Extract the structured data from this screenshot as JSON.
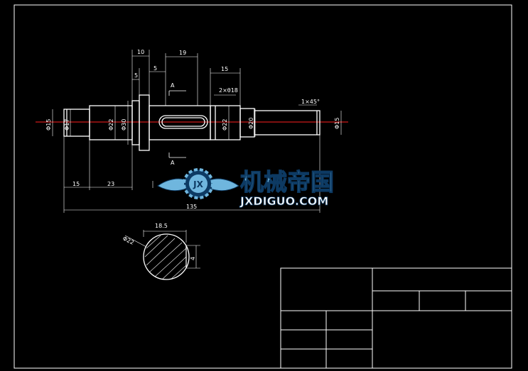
{
  "dimensions": {
    "d10": "10",
    "d19": "19",
    "d5a": "5",
    "d5b": "5",
    "d15top": "15",
    "key_spec": "2×θ18",
    "chamfer": "1×45°",
    "phi15_left": "Φ15",
    "phi17": "Φ17",
    "phi22_left": "Φ22",
    "phi30": "Φ30",
    "phi22_mid": "Φ22",
    "phi20": "Φ20",
    "phi15_right": "Φ15",
    "d15bottom": "15",
    "d23": "23",
    "total_len": "135",
    "section_A_top": "A",
    "section_A_bottom": "A"
  },
  "section_view": {
    "width_label": "18.5",
    "diameter_label": "Φ22",
    "key_depth": "4"
  },
  "watermark": {
    "logo_text": "JX",
    "cn_text": "机械帝国",
    "url_text": "JXDIGUO.COM"
  },
  "colors": {
    "background": "#000000",
    "line": "#ffffff",
    "centerline": "#ff2020",
    "watermark_blue": "#6fb6de",
    "watermark_dark": "#0d3a63"
  }
}
